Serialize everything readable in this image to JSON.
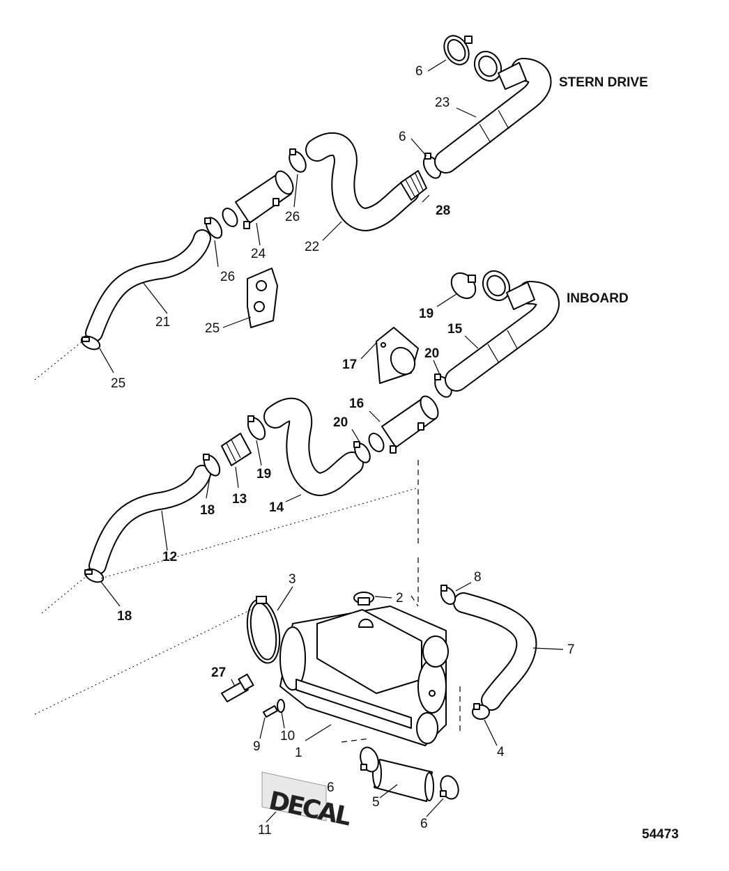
{
  "section_labels": {
    "stern_drive": "STERN DRIVE",
    "inboard": "INBOARD"
  },
  "decal_text": "DECAL",
  "figure_number": "54473",
  "callouts": {
    "c6_top": "6",
    "c23": "23",
    "c6_mid": "6",
    "c28": "28",
    "c26_a": "26",
    "c24": "24",
    "c22": "22",
    "c26_b": "26",
    "c21": "21",
    "c25_a": "25",
    "c25_b": "25",
    "c19_a": "19",
    "c15": "15",
    "c17": "17",
    "c20_a": "20",
    "c16": "16",
    "c20_b": "20",
    "c19_b": "19",
    "c13": "13",
    "c18_a": "18",
    "c14": "14",
    "c12": "12",
    "c18_b": "18",
    "c3": "3",
    "c2": "2",
    "c8": "8",
    "c7": "7",
    "c27": "27",
    "c9": "9",
    "c10": "10",
    "c1": "1",
    "c4": "4",
    "c6_decal": "6",
    "c5": "5",
    "c6_bottom": "6",
    "c11": "11"
  }
}
